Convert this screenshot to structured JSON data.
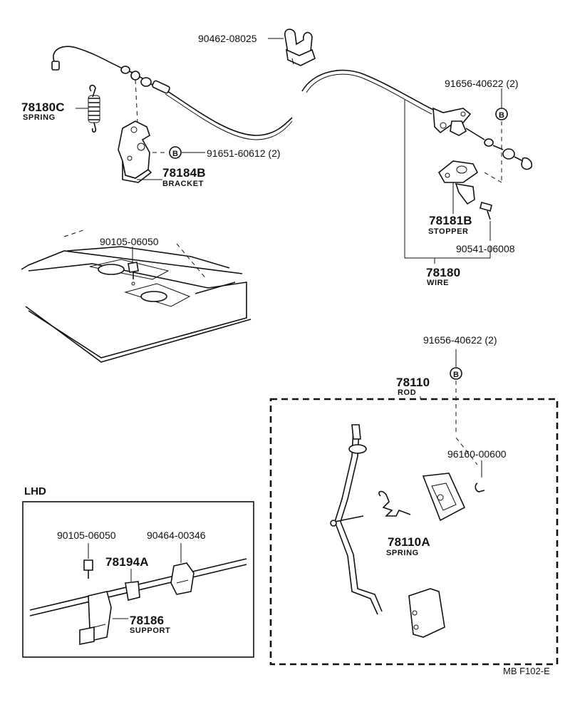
{
  "parts": {
    "clip_top": "90462-08025",
    "bolt_top_right": "91656-40622 (2)",
    "spring_top": "78180C",
    "spring_top_desc": "SPRING",
    "bolt_bracket": "91651-60612 (2)",
    "bracket": "78184B",
    "bracket_desc": "BRACKET",
    "stopper": "78181B",
    "stopper_desc": "STOPPER",
    "screw_stopper": "90541-06008",
    "wire": "78180",
    "wire_desc": "WIRE",
    "bolt_floor": "90105-06050",
    "bolt_rod": "91656-40622 (2)",
    "rod": "78110",
    "rod_desc": "ROD",
    "clip_rod": "96160-00600",
    "spring_rod": "78110A",
    "spring_rod_desc": "SPRING",
    "lhd_bolt": "90105-06050",
    "lhd_clamp": "90464-00346",
    "lhd_clamp_b": "78194A",
    "support": "78186",
    "support_desc": "SUPPORT"
  },
  "section_lhd": "LHD",
  "marker_symbol": "B",
  "footer_code": "MB  F102-E"
}
